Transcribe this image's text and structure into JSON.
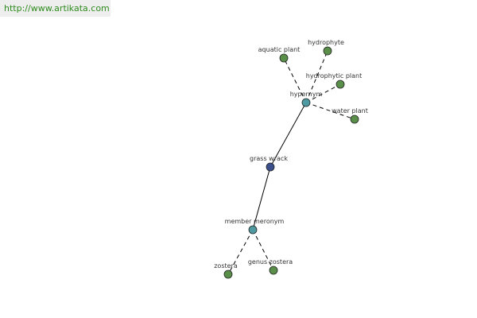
{
  "banner": {
    "text": "http://www.artikata.com"
  },
  "colors": {
    "banner_bg": "#eeeeee",
    "banner_text": "#2e8b1e",
    "leaf_node": "#5a8f4a",
    "relation_node": "#4f9aa0",
    "center_node": "#3a4e8c"
  },
  "graph": {
    "nodes": [
      {
        "id": "grass-wrack",
        "label": "grass wrack",
        "kind": "center"
      },
      {
        "id": "hypernym",
        "label": "hypernym",
        "kind": "relation"
      },
      {
        "id": "member-meronym",
        "label": "member meronym",
        "kind": "relation"
      },
      {
        "id": "aquatic-plant",
        "label": "aquatic plant",
        "kind": "leaf"
      },
      {
        "id": "hydrophyte",
        "label": "hydrophyte",
        "kind": "leaf"
      },
      {
        "id": "hydrophytic-plant",
        "label": "hydrophytic plant",
        "kind": "leaf"
      },
      {
        "id": "water-plant",
        "label": "water plant",
        "kind": "leaf"
      },
      {
        "id": "zostera",
        "label": "zostera",
        "kind": "leaf"
      },
      {
        "id": "genus-zostera",
        "label": "genus zostera",
        "kind": "leaf"
      }
    ],
    "edges": [
      {
        "from": "grass-wrack",
        "to": "hypernym",
        "style": "solid"
      },
      {
        "from": "grass-wrack",
        "to": "member-meronym",
        "style": "solid"
      },
      {
        "from": "hypernym",
        "to": "aquatic-plant",
        "style": "dashed"
      },
      {
        "from": "hypernym",
        "to": "hydrophyte",
        "style": "dashed"
      },
      {
        "from": "hypernym",
        "to": "hydrophytic-plant",
        "style": "dashed"
      },
      {
        "from": "hypernym",
        "to": "water-plant",
        "style": "dashed"
      },
      {
        "from": "member-meronym",
        "to": "zostera",
        "style": "dashed"
      },
      {
        "from": "member-meronym",
        "to": "genus-zostera",
        "style": "dashed"
      }
    ]
  }
}
